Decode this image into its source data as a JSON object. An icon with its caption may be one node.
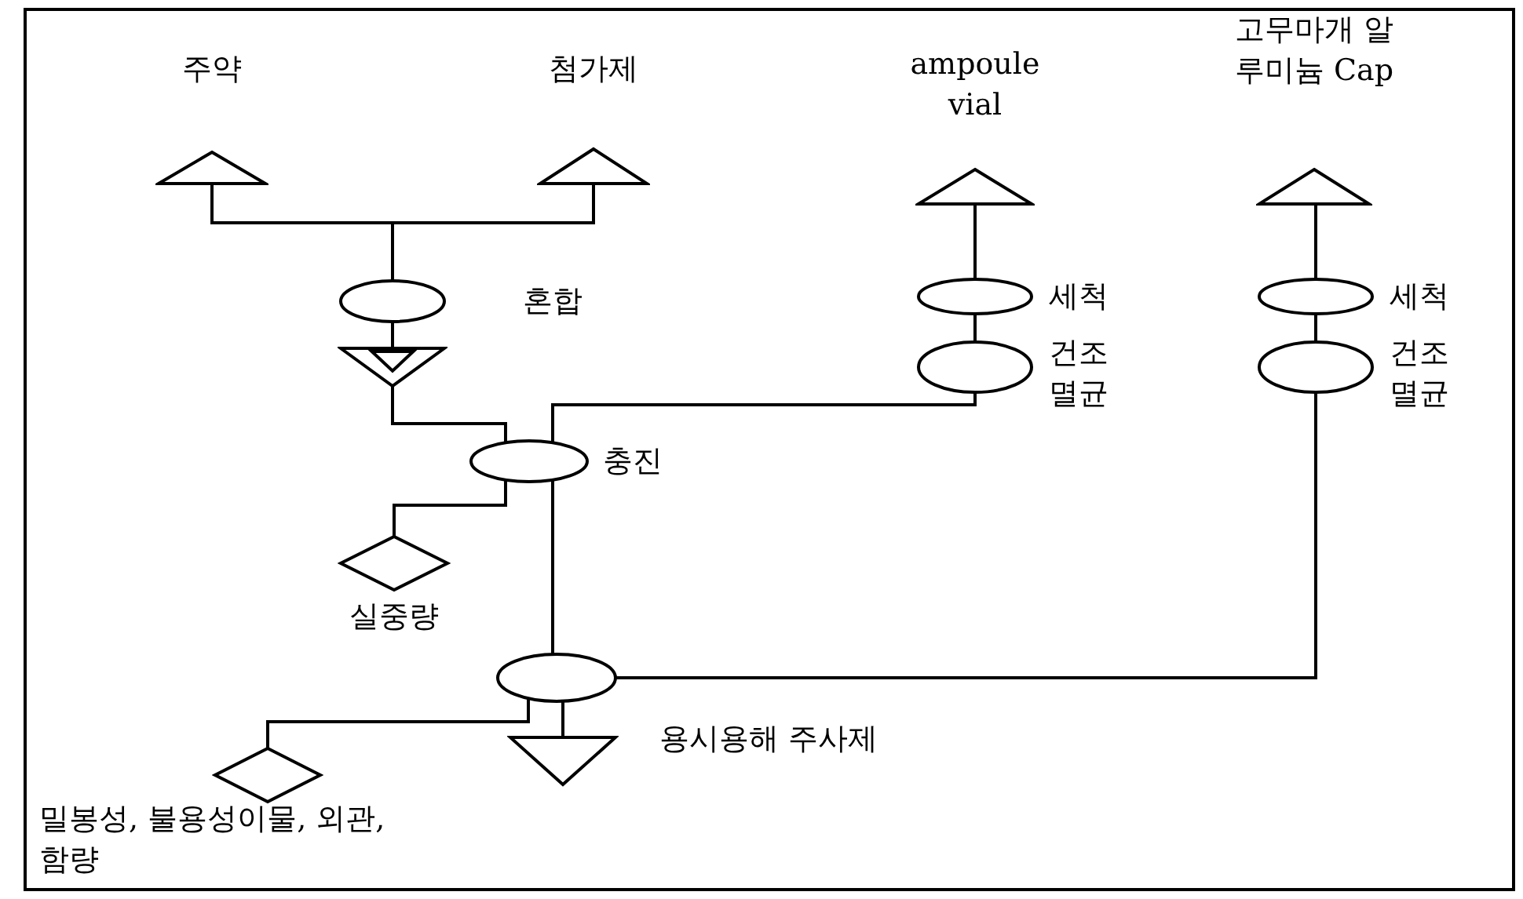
{
  "diagram": {
    "nodes": [
      {
        "text": [],
        "shape": "triangle",
        "beside": [
          "주약"
        ]
      },
      {
        "text": [],
        "shape": "triangle",
        "beside": [
          "첨가제"
        ]
      },
      {
        "text": [],
        "shape": "oval",
        "beside": [
          "혼합"
        ]
      },
      {
        "text": [],
        "shape": "double-triangle"
      },
      {
        "text": [],
        "shape": "oval",
        "beside": [
          "충진"
        ]
      },
      {
        "text": [],
        "shape": "triangle",
        "beside": [
          "ampoule vial"
        ]
      },
      {
        "text": [],
        "shape": "oval",
        "beside": [
          "세척"
        ]
      },
      {
        "text": [],
        "shape": "oval",
        "beside": [
          "건조 멸균"
        ]
      },
      {
        "text": [],
        "shape": "triangle",
        "beside": [
          "고무마개 알루미늄 Cap"
        ]
      },
      {
        "text": [],
        "shape": "oval",
        "beside": [
          "세척"
        ]
      },
      {
        "text": [],
        "shape": "oval",
        "beside": [
          "건조 멸균"
        ]
      },
      {
        "text": [],
        "shape": "diamond",
        "beside": [
          "실중량"
        ]
      },
      {
        "text": [],
        "shape": "oval"
      },
      {
        "text": [],
        "shape": "diamond",
        "beside": [
          "밀봉성, 불용성이물, 외관,함량"
        ]
      },
      {
        "text": [],
        "shape": "inverted-triangle",
        "beside": [
          "용시용해 주사제"
        ]
      }
    ],
    "edges": [
      {
        "from": 0,
        "to": 2,
        "arrow": "none"
      },
      {
        "from": 1,
        "to": 2,
        "arrow": "none"
      },
      {
        "from": 2,
        "to": 3,
        "arrow": "none"
      },
      {
        "from": 3,
        "to": 4,
        "arrow": "none"
      },
      {
        "from": 5,
        "to": 6,
        "arrow": "none"
      },
      {
        "from": 6,
        "to": 7,
        "arrow": "none"
      },
      {
        "from": 7,
        "to": 4,
        "arrow": "none"
      },
      {
        "from": 8,
        "to": 9,
        "arrow": "none"
      },
      {
        "from": 9,
        "to": 10,
        "arrow": "none"
      },
      {
        "from": 10,
        "to": 12,
        "arrow": "none"
      },
      {
        "from": 4,
        "to": 11,
        "arrow": "none"
      },
      {
        "from": 4,
        "to": 12,
        "arrow": "none"
      },
      {
        "from": 12,
        "to": 13,
        "arrow": "none"
      },
      {
        "from": 12,
        "to": 14,
        "arrow": "none"
      }
    ]
  }
}
